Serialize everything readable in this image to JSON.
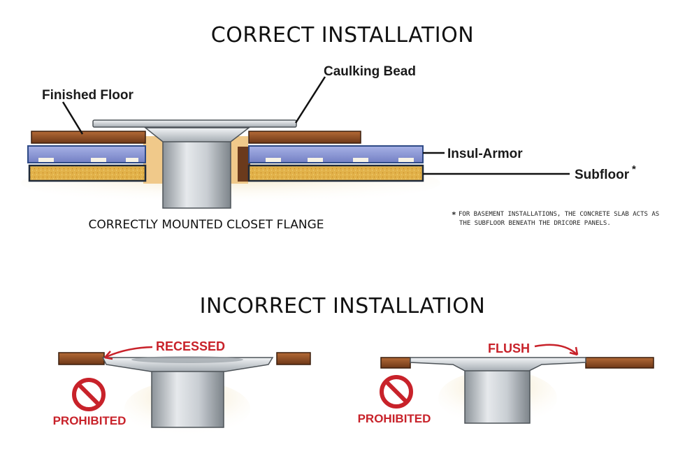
{
  "correct": {
    "heading": "CORRECT INSTALLATION",
    "labels": {
      "caulking_bead": "Caulking Bead",
      "finished_floor": "Finished Floor",
      "insul_armor": "Insul-Armor",
      "subfloor": "Subfloor",
      "subfloor_mark": "*"
    },
    "caption": "CORRECTLY MOUNTED CLOSET FLANGE",
    "footnote": {
      "mark": "*",
      "line1": "FOR BASEMENT INSTALLATIONS, THE CONCRETE SLAB ACTS AS",
      "line2": "THE SUBFLOOR BENEATH THE DRICORE PANELS."
    }
  },
  "incorrect": {
    "heading": "INCORRECT INSTALLATION",
    "recessed": {
      "label": "RECESSED",
      "status": "PROHIBITED"
    },
    "flush": {
      "label": "FLUSH",
      "status": "PROHIBITED"
    }
  },
  "colors": {
    "wood": "#8a4a22",
    "wood_light": "#b46a36",
    "insul_armor": "#8e9ad8",
    "insul_armor_edge": "#2e4a86",
    "subfloor": "#e2b24a",
    "subfloor_dark": "#1f2a3a",
    "pipe_light": "#d7dbe0",
    "pipe_dark": "#8c9399",
    "sand": "#ead9b0",
    "warning_red": "#c8222a"
  },
  "icons": {
    "prohibited": "prohibited-icon"
  }
}
